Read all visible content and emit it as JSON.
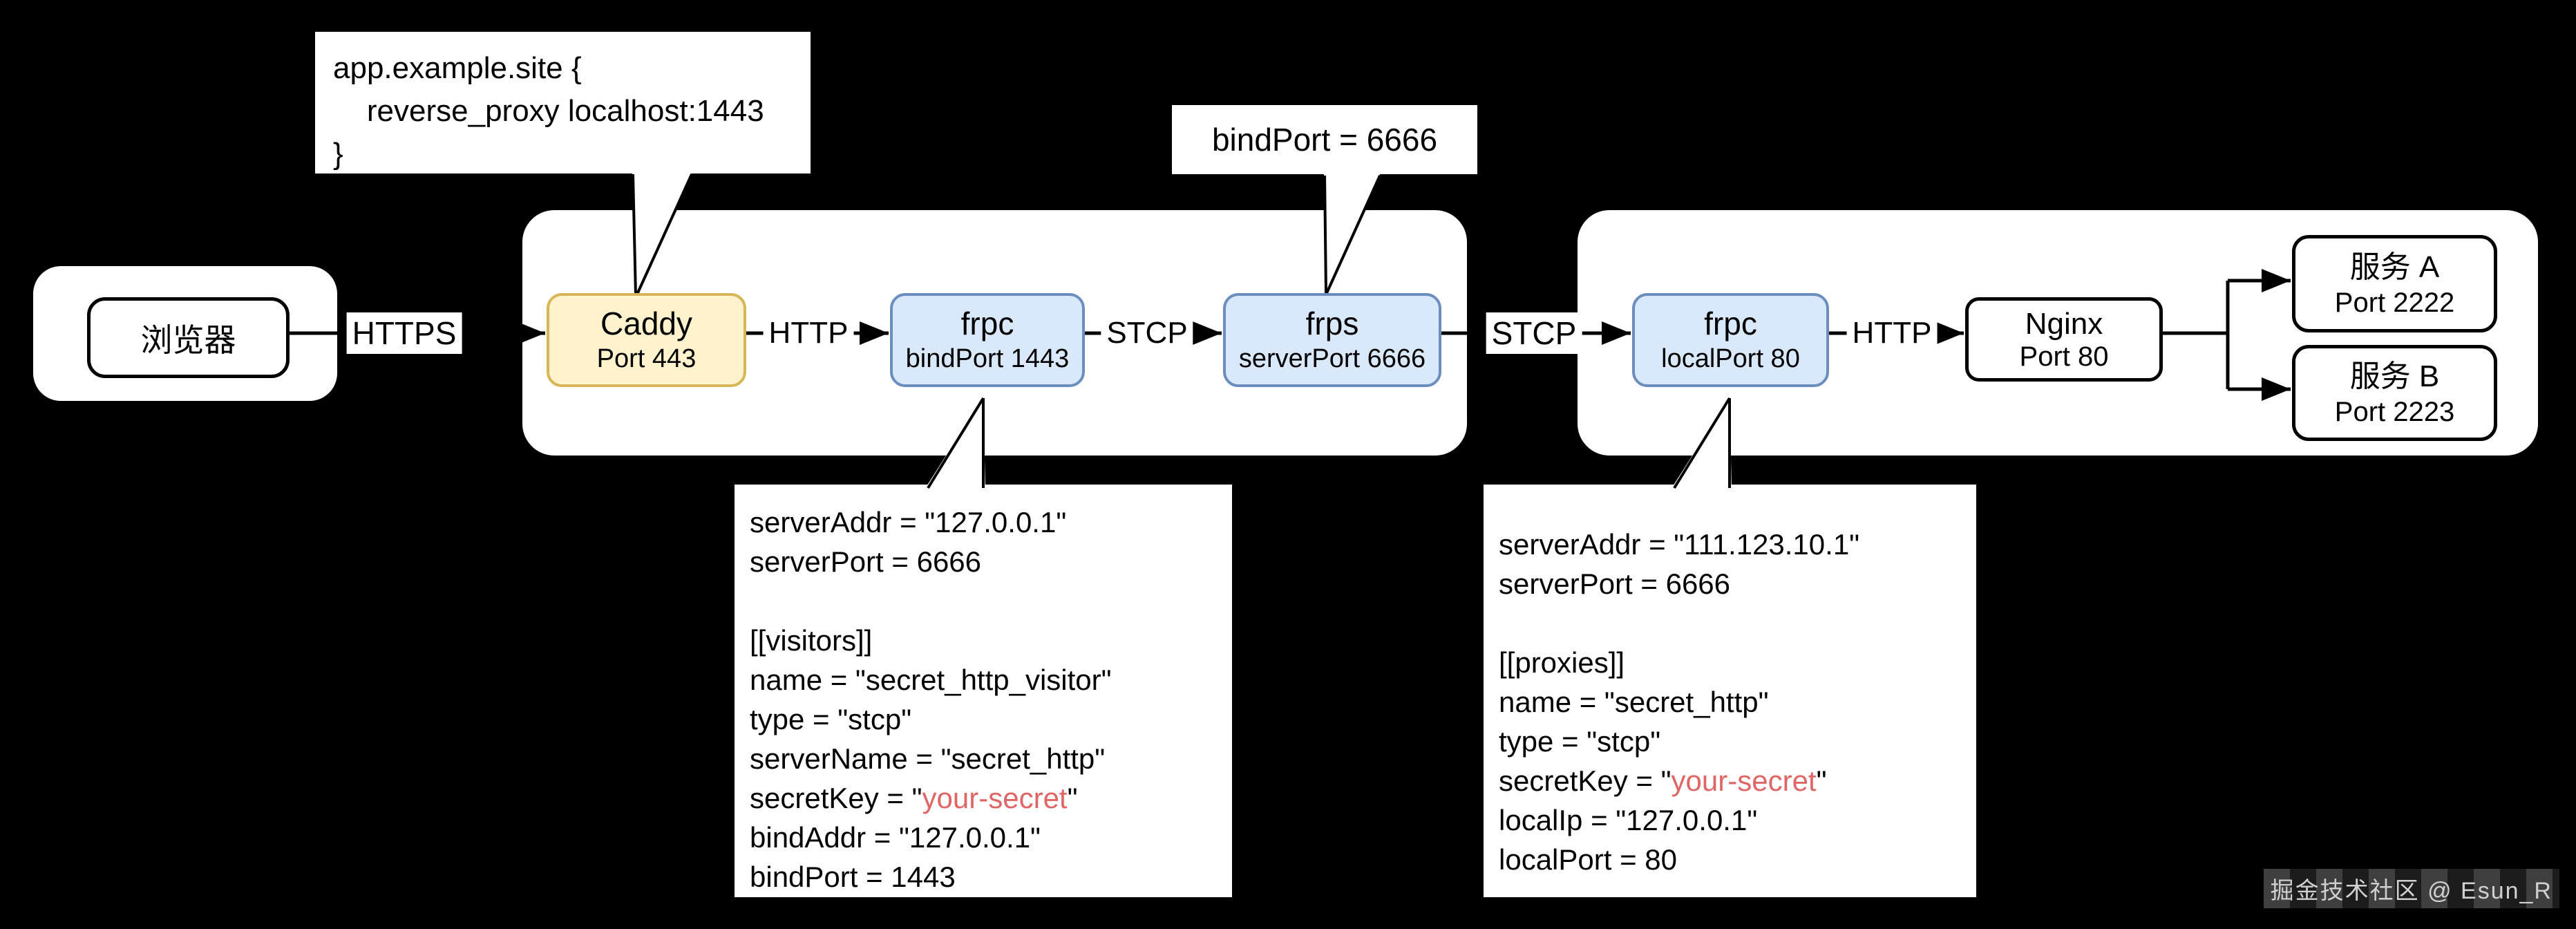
{
  "colors": {
    "background": "#000000",
    "zone_fill": "#ffffff",
    "caddy_fill": "#fff2cc",
    "caddy_border": "#d6b656",
    "frp_fill": "#dae8fc",
    "frp_border": "#6c8ebf",
    "secret_highlight": "#e06666"
  },
  "callouts": {
    "caddyfile": {
      "lines": [
        "app.example.site {",
        "    reverse_proxy localhost:1443",
        "}"
      ]
    },
    "frps_toml": {
      "text": "bindPort = 6666"
    }
  },
  "nodes": {
    "browser": {
      "label": "浏览器"
    },
    "caddy": {
      "title": "Caddy",
      "subtitle": "Port 443"
    },
    "frpc_visitor": {
      "title": "frpc",
      "subtitle": "bindPort 1443"
    },
    "frps": {
      "title": "frps",
      "subtitle": "serverPort 6666"
    },
    "frpc_proxy": {
      "title": "frpc",
      "subtitle": "localPort 80"
    },
    "nginx": {
      "title": "Nginx",
      "subtitle": "Port 80"
    },
    "service_a": {
      "title": "服务 A",
      "subtitle": "Port 2222"
    },
    "service_b": {
      "title": "服务 B",
      "subtitle": "Port 2223"
    }
  },
  "edge_labels": {
    "https": "HTTPS",
    "http_left": "HTTP",
    "stcp_left": "STCP",
    "stcp_mid": "STCP",
    "http_right": "HTTP"
  },
  "configs": {
    "visitor": {
      "lines": [
        [
          {
            "t": "serverAddr = \"127.0.0.1\""
          }
        ],
        [
          {
            "t": "serverPort = 6666"
          }
        ],
        [],
        [
          {
            "t": "[[visitors]]"
          }
        ],
        [
          {
            "t": "name = \"secret_http_visitor\""
          }
        ],
        [
          {
            "t": "type = \"stcp\""
          }
        ],
        [
          {
            "t": "serverName = \"secret_http\""
          }
        ],
        [
          {
            "t": "secretKey = \""
          },
          {
            "t": "your-secret",
            "red": true
          },
          {
            "t": "\""
          }
        ],
        [
          {
            "t": "bindAddr = \"127.0.0.1\""
          }
        ],
        [
          {
            "t": "bindPort = 1443"
          }
        ]
      ]
    },
    "proxy": {
      "lines": [
        [
          {
            "t": "serverAddr = \"111.123.10.1\""
          }
        ],
        [
          {
            "t": "serverPort = 6666"
          }
        ],
        [],
        [
          {
            "t": "[[proxies]]"
          }
        ],
        [
          {
            "t": "name = \"secret_http\""
          }
        ],
        [
          {
            "t": "type = \"stcp\""
          }
        ],
        [
          {
            "t": "secretKey = \""
          },
          {
            "t": "your-secret",
            "red": true
          },
          {
            "t": "\""
          }
        ],
        [
          {
            "t": "localIp = \"127.0.0.1\""
          }
        ],
        [
          {
            "t": "localPort = 80"
          }
        ]
      ]
    }
  },
  "watermark": {
    "text": "掘金技术社区 @ Esun_R"
  }
}
